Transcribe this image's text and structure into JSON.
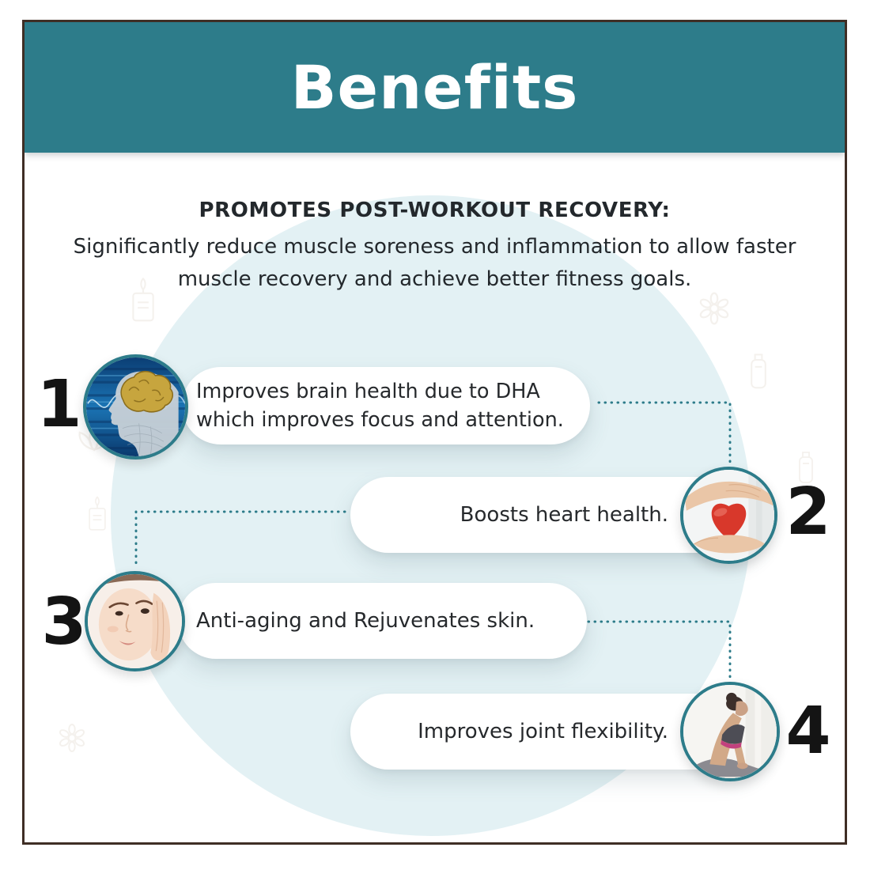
{
  "header": {
    "title": "Benefits"
  },
  "intro": {
    "heading": "PROMOTES POST-WORKOUT RECOVERY:",
    "line1": "Significantly reduce muscle soreness and inflammation to allow faster",
    "line2": "muscle recovery and achieve better fitness goals."
  },
  "benefits": [
    {
      "number": "1",
      "label": "Improves brain health due to DHA which improves focus and attention.",
      "image": "brain-side-profile-photo",
      "side": "left"
    },
    {
      "number": "2",
      "label": "Boosts heart health.",
      "image": "hands-holding-red-heart-photo",
      "side": "right"
    },
    {
      "number": "3",
      "label": "Anti-aging and Rejuvenates skin.",
      "image": "woman-face-skincare-photo",
      "side": "left"
    },
    {
      "number": "4",
      "label": "Improves joint flexibility.",
      "image": "woman-yoga-upward-dog-photo",
      "side": "right"
    }
  ],
  "colors": {
    "teal": "#2d7c8a",
    "frame_border": "#3f2e25",
    "pale_circle": "#e3f1f4",
    "text": "#23282c",
    "number": "#141414",
    "heart_red": "#d8382b",
    "dotted_connector": "#2d7c8a"
  },
  "icons": {
    "background": [
      "candle-doodle",
      "daisy-doodle",
      "leaf-doodle",
      "lotus-doodle",
      "swirl-doodle",
      "stones-doodle",
      "bottle-doodle",
      "face-doodle"
    ]
  }
}
